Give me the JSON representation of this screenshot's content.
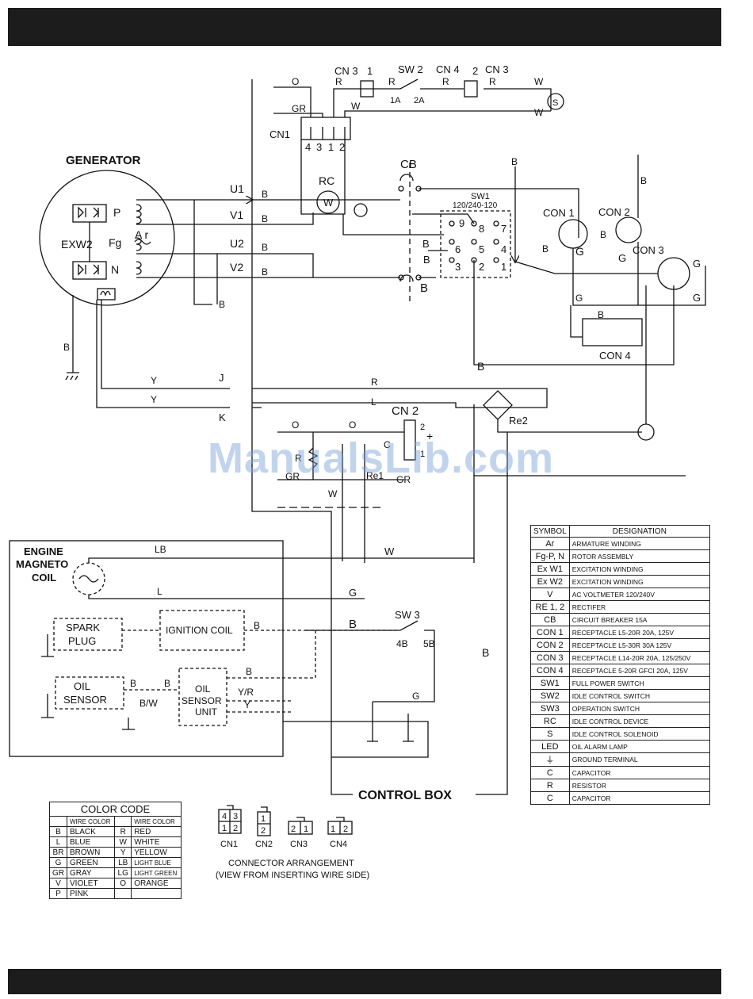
{
  "watermark": "ManualsLib.com",
  "labels": {
    "generator": "GENERATOR",
    "engine": "ENGINE",
    "magneto": "MAGNETO",
    "coil": "COIL",
    "control_box": "CONTROL BOX",
    "spark": "SPARK",
    "plug": "PLUG",
    "ignition_coil": "IGNITION COIL",
    "oil": "OIL",
    "sensor": "SENSOR",
    "sensor_unit_oil": "OIL",
    "sensor_unit_sensor": "SENSOR",
    "sensor_unit_unit": "UNIT",
    "p": "P",
    "fg": "Fg",
    "ar": "A r",
    "exw2": "EXW2",
    "n": "N",
    "u1": "U1",
    "v1": "V1",
    "u2": "U2",
    "v2": "V2",
    "cn3": "CN 3",
    "cn3b": "CN 3",
    "cn4": "CN 4",
    "sw2": "SW 2",
    "cn1": "CN1",
    "cn2": "CN 2",
    "rc": "RC",
    "w_circle": "W",
    "cb": "CB",
    "sw1": "SW1",
    "sw1_range": "120/240-120",
    "con1": "CON 1",
    "con2": "CON 2",
    "con3": "CON 3",
    "con4": "CON 4",
    "sw3": "SW 3",
    "sw3_4b": "4B",
    "sw3_5b": "5B",
    "re1": "Re1",
    "re2": "Re2",
    "one_a": "1A",
    "two_a": "2A",
    "s_solenoid": "S",
    "pin4": "4",
    "pin3": "3",
    "pin1": "1",
    "pin2": "2",
    "sw_9": "9",
    "sw_8": "8",
    "sw_7": "7",
    "sw_6": "6",
    "sw_5": "5",
    "sw_4": "4",
    "sw_3": "3",
    "sw_2": "2",
    "sw_1": "1",
    "cn3_1": "1",
    "cn4_2": "2",
    "cn2_2": "2",
    "cn2_plus": "+",
    "cn2_1": "1",
    "j": "J",
    "k": "K",
    "re1_c": "C"
  },
  "wires": {
    "o": "O",
    "r": "R",
    "w": "W",
    "gr": "GR",
    "b": "B",
    "y": "Y",
    "l": "L",
    "lb": "LB",
    "g": "G",
    "bw": "B/W",
    "yr": "Y/R"
  },
  "connector_arrangement": {
    "cn1": "CN1",
    "cn2": "CN2",
    "cn3": "CN3",
    "cn4": "CN4",
    "cn1_pins": [
      "4",
      "3",
      "1",
      "2"
    ],
    "cn2_pins": [
      "1",
      "2"
    ],
    "cn3_pins": [
      "2",
      "1"
    ],
    "cn4_pins": [
      "1",
      "2"
    ],
    "caption_line1": "CONNECTOR ARRANGEMENT",
    "caption_line2": "(VIEW FROM INSERTING WIRE SIDE)"
  },
  "symbol_table": {
    "header_symbol": "SYMBOL",
    "header_designation": "DESIGNATION",
    "rows": [
      {
        "symbol": "Ar",
        "designation": "ARMATURE WINDING"
      },
      {
        "symbol": "Fg-P, N",
        "designation": "ROTOR ASSEMBLY"
      },
      {
        "symbol": "Ex W1",
        "designation": "EXCITATION WINDING"
      },
      {
        "symbol": "Ex W2",
        "designation": "EXCITATION WINDING"
      },
      {
        "symbol": "V",
        "designation": "AC VOLTMETER   120/240V"
      },
      {
        "symbol": "RE 1, 2",
        "designation": "RECTIFER"
      },
      {
        "symbol": "CB",
        "designation": "CIRCUIT BREAKER  15A"
      },
      {
        "symbol": "CON 1",
        "designation": "RECEPTACLE  L5-20R  20A, 125V"
      },
      {
        "symbol": "CON 2",
        "designation": "RECEPTACLE  L5-30R 30A 125V"
      },
      {
        "symbol": "CON 3",
        "designation": "RECEPTACLE  L14-20R 20A, 125/250V"
      },
      {
        "symbol": "CON 4",
        "designation": "RECEPTACLE  5-20R GFCI 20A, 125V"
      },
      {
        "symbol": "SW1",
        "designation": "FULL POWER SWITCH"
      },
      {
        "symbol": "SW2",
        "designation": "IDLE CONTROL SWITCH"
      },
      {
        "symbol": "SW3",
        "designation": "OPERATION SWITCH"
      },
      {
        "symbol": "RC",
        "designation": "IDLE CONTROL DEVICE"
      },
      {
        "symbol": "S",
        "designation": "IDLE CONTROL SOLENOID"
      },
      {
        "symbol": "LED",
        "designation": "OIL ALARM LAMP"
      },
      {
        "symbol": "⏚",
        "designation": "GROUND TERMINAL"
      },
      {
        "symbol": "C",
        "designation": "CAPACITOR"
      },
      {
        "symbol": "R",
        "designation": "RESISTOR"
      },
      {
        "symbol": "C",
        "designation": "CAPACITOR"
      }
    ]
  },
  "color_code": {
    "title": "COLOR CODE",
    "col_header": "WIRE COLOR",
    "rows": [
      {
        "c1": "B",
        "n1": "BLACK",
        "c2": "R",
        "n2": "RED"
      },
      {
        "c1": "L",
        "n1": "BLUE",
        "c2": "W",
        "n2": "WHITE"
      },
      {
        "c1": "BR",
        "n1": "BROWN",
        "c2": "Y",
        "n2": "YELLOW"
      },
      {
        "c1": "G",
        "n1": "GREEN",
        "c2": "LB",
        "n2": "LIGHT BLUE"
      },
      {
        "c1": "GR",
        "n1": "GRAY",
        "c2": "LG",
        "n2": "LIGHT GREEN"
      },
      {
        "c1": "V",
        "n1": "VIOLET",
        "c2": "O",
        "n2": "ORANGE"
      },
      {
        "c1": "P",
        "n1": "PINK",
        "c2": "",
        "n2": ""
      }
    ]
  }
}
